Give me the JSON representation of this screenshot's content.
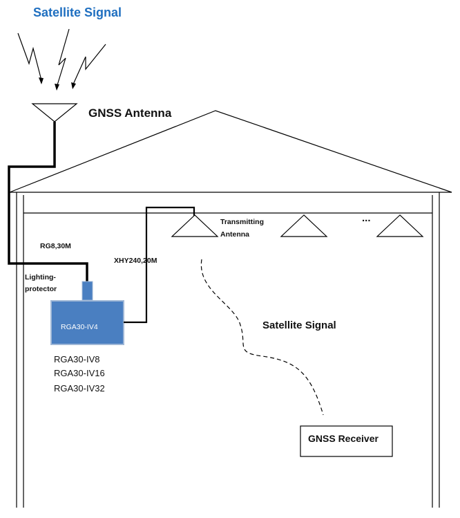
{
  "title": "Satellite Signal",
  "antenna_label": "GNSS Antenna",
  "cable_rg": "RG8,30M",
  "cable_xhy": "XHY240,20M",
  "protector_label_line1": "Lighting-",
  "protector_label_line2": "protector",
  "device_label": "RGA30-IV4",
  "models": [
    "RGA30-IV8",
    "RGA30-IV16",
    "RGA30-IV32"
  ],
  "tx_label_line1": "Transmitting",
  "tx_label_line2": "Antenna",
  "ellipsis": "...",
  "indoor_signal_label": "Satellite Signal",
  "receiver_label": "GNSS Receiver",
  "colors": {
    "title": "#1f6fc0",
    "device_fill": "#4a7fc1",
    "device_border": "#9fb7d6",
    "line": "#000000"
  }
}
